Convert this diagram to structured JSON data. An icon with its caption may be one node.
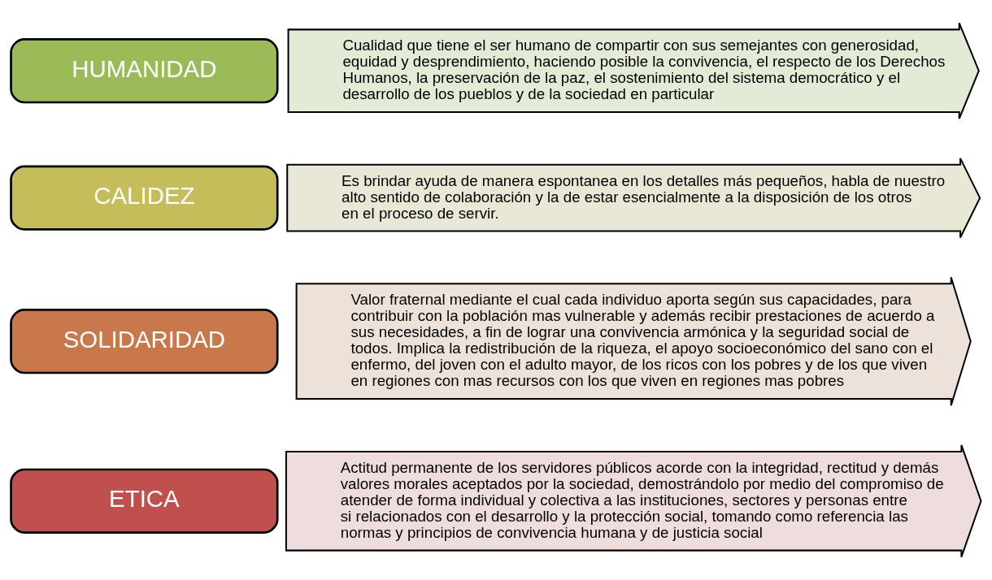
{
  "diagram": {
    "nodes": [
      {
        "text": [
          "ETICA"
        ]
      },
      {
        "text": [
          "Actitud permanente de los servidores públicos acorde con la integridad, rectitud y demás valores morales aceptados por la sociedad, demostrándolo por medio del compromiso de atender de forma individual y colectiva a las instituciones, sectores y personas entre si relacionados con el desarrollo y la protección social, tomando como referencia las normas y principios de convivencia humana y de justicia social"
        ]
      },
      {
        "text": [
          "SOLIDARIDAD"
        ]
      },
      {
        "text": [
          "Valor fraternal mediante el cual cada individuo aporta según sus capacidades, para contribuir con la población mas vulnerable y además recibir prestaciones de acuerdo a sus necesidades, a fin de lograr una convivencia armónica y la seguridad social de todos. Implica la redistribución de la riqueza, el apoyo socioeconómico del sano con el enfermo, del joven con el adulto mayor, de los ricos con los pobres y de los que viven en regiones con mas recursos con los que viven en regiones mas pobres"
        ]
      },
      {
        "text": [
          "CALIDEZ"
        ]
      },
      {
        "text": [
          "Es brindar ayuda de manera espontanea en los detalles más pequeños, habla de nuestro alto sentido de colaboración y la de estar esencialmente a la disposición de los otros en el proceso de servir."
        ]
      },
      {
        "text": [
          "HUMANIDAD"
        ]
      },
      {
        "text": [
          "Cualidad que tiene el ser humano de compartir con sus semejantes con generosidad, equidad y desprendimiento, haciendo posible la convivencia, el respecto de los Derechos Humanos, la preservación de la paz, el sostenimiento del sistema democrático y el desarrollo de los pueblos y de la sociedad en particular"
        ]
      }
    ]
  }
}
